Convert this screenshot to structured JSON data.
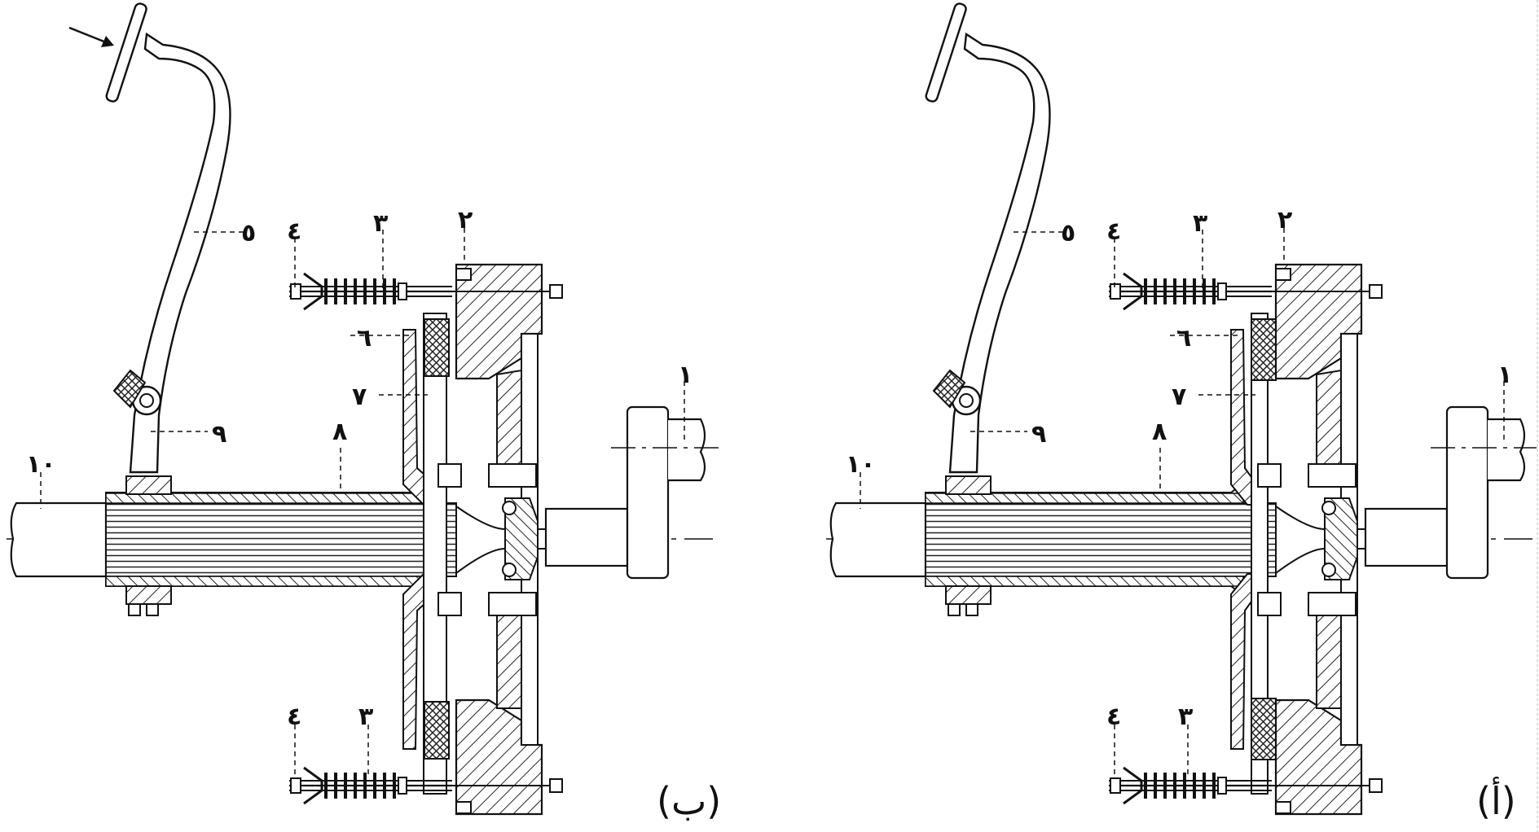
{
  "colors": {
    "ink": "#111111",
    "hatch": "#222222",
    "paper": "#ffffff"
  },
  "figures": [
    {
      "id": "b",
      "caption": "(ب)",
      "state": "disengaged",
      "labels": {
        "l1": "١",
        "l2": "٢",
        "l3": "٣",
        "l4": "٤",
        "l5": "٥",
        "l6": "٦",
        "l7": "٧",
        "l8": "٨",
        "l9": "٩",
        "l10": "١٠",
        "l3b": "٣",
        "l4b": "٤"
      }
    },
    {
      "id": "a",
      "caption": "(أ)",
      "state": "engaged",
      "labels": {
        "l1": "١",
        "l2": "٢",
        "l3": "٣",
        "l4": "٤",
        "l5": "٥",
        "l6": "٦",
        "l7": "٧",
        "l8": "٨",
        "l9": "٩",
        "l10": "١٠",
        "l3b": "٣",
        "l4b": "٤"
      }
    }
  ],
  "icons": {
    "push_arrow": "arrow-icon"
  }
}
